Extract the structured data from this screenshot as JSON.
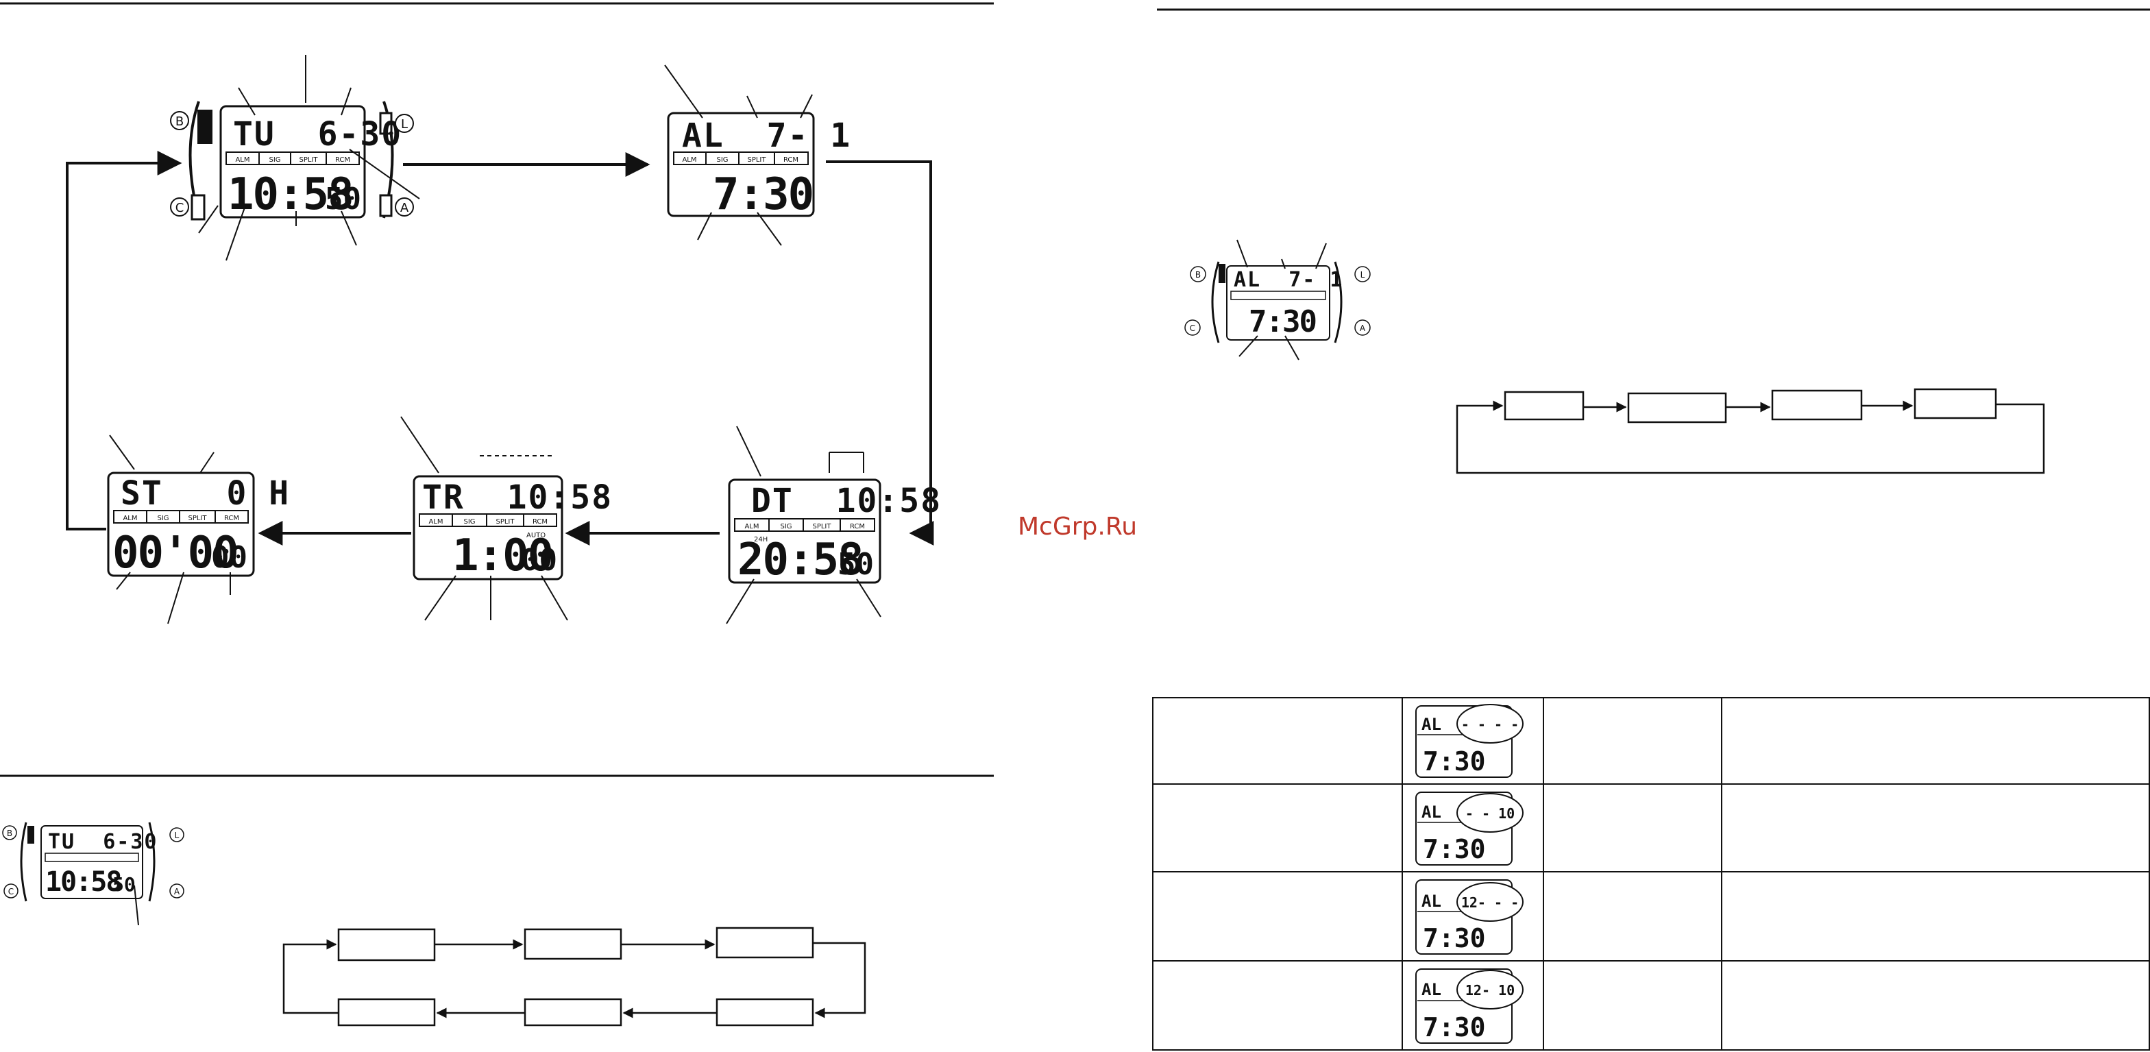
{
  "watermark": "McGrp.Ru",
  "buttons": {
    "b": "B",
    "c": "C",
    "a": "A",
    "l": "L"
  },
  "segments": [
    "ALM",
    "SIG",
    "SPLIT",
    "RCM"
  ],
  "mode_cycle": {
    "timekeeping": {
      "top": "TU  6-30",
      "main": "10:58",
      "sec": "50"
    },
    "alarm": {
      "top": "AL  7- 1",
      "main": "7:30"
    },
    "dual_time": {
      "top": "DT  10:58",
      "main": "20:58",
      "sec": "50",
      "tag": "24H"
    },
    "timer": {
      "top": "TR  10:58",
      "main": "1:00",
      "sec": "00",
      "tag": "AUTO"
    },
    "stopwatch": {
      "top": "ST   0 H",
      "main": "00'00",
      "sec": "00"
    }
  },
  "small_timekeeping": {
    "top": "TU  6-30",
    "main": "10:58",
    "sec": "50"
  },
  "small_alarm": {
    "top": "AL  7- 1",
    "main": "7:30"
  },
  "alarm_table": [
    {
      "top_left": "AL",
      "top_right": "- - - -",
      "bottom": "7:30"
    },
    {
      "top_left": "AL",
      "top_right": "- - 10",
      "bottom": "7:30"
    },
    {
      "top_left": "AL",
      "top_right": "12- - -",
      "bottom": "7:30"
    },
    {
      "top_left": "AL",
      "top_right": "12- 10",
      "bottom": "7:30"
    }
  ]
}
